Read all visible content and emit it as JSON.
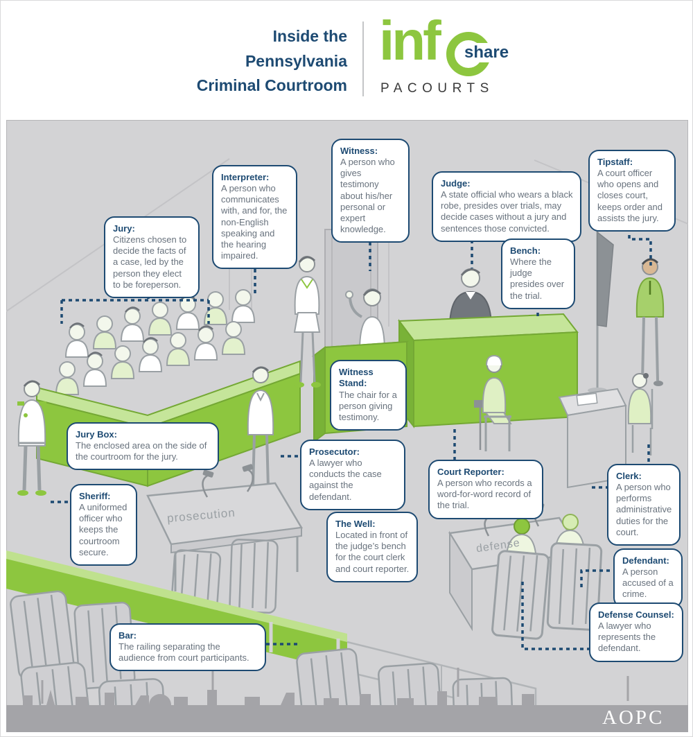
{
  "header": {
    "title_lines": [
      "Inside the",
      "Pennsylvania",
      "Criminal Courtroom"
    ],
    "logo": {
      "info": "inf",
      "share": "share",
      "sub": "PACOURTS"
    }
  },
  "scene": {
    "labels": {
      "prosecution": "prosecution",
      "defense": "defense"
    },
    "footer_logo": "AOPC"
  },
  "colors": {
    "green": "#8dc63f",
    "navy": "#1d4a72",
    "panel_gray": "#d3d3d5"
  },
  "callouts": [
    {
      "id": "jury",
      "title": "Jury:",
      "body": "Citizens chosen to decide the facts of a case, led by the person they elect to be foreperson."
    },
    {
      "id": "interpreter",
      "title": "Interpreter:",
      "body": "A person who communicates with, and for, the non-English speaking and the hearing impaired."
    },
    {
      "id": "witness",
      "title": "Witness:",
      "body": "A person who gives testimony about his/her personal or expert knowledge."
    },
    {
      "id": "judge",
      "title": "Judge:",
      "body": "A state official who wears a black robe, presides over trials, may decide cases without a jury and sentences those convicted."
    },
    {
      "id": "tipstaff",
      "title": "Tipstaff:",
      "body": "A court officer who opens and closes court, keeps order and assists the jury."
    },
    {
      "id": "bench",
      "title": "Bench:",
      "body": "Where the judge presides over the trial."
    },
    {
      "id": "witness-stand",
      "title": "Witness Stand:",
      "body": "The chair for a person giving testimony."
    },
    {
      "id": "jury-box",
      "title": "Jury Box:",
      "body": "The enclosed area on the side of the courtroom for the jury."
    },
    {
      "id": "sheriff",
      "title": "Sheriff:",
      "body": "A uniformed officer who keeps the courtroom secure."
    },
    {
      "id": "prosecutor",
      "title": "Prosecutor:",
      "body": "A lawyer who conducts the case against the defendant."
    },
    {
      "id": "court-reporter",
      "title": "Court Reporter:",
      "body": "A person who records a word-for-word record of the trial."
    },
    {
      "id": "clerk",
      "title": "Clerk:",
      "body": "A person who performs administrative duties for the court."
    },
    {
      "id": "the-well",
      "title": "The Well:",
      "body": "Located in front of the judge’s bench for the court clerk and court reporter."
    },
    {
      "id": "defendant",
      "title": "Defendant:",
      "body": "A person accused of a crime."
    },
    {
      "id": "defense-counsel",
      "title": "Defense Counsel:",
      "body": "A lawyer who represents the defendant."
    },
    {
      "id": "bar",
      "title": "Bar:",
      "body": "The railing separating the audience from court participants."
    }
  ]
}
